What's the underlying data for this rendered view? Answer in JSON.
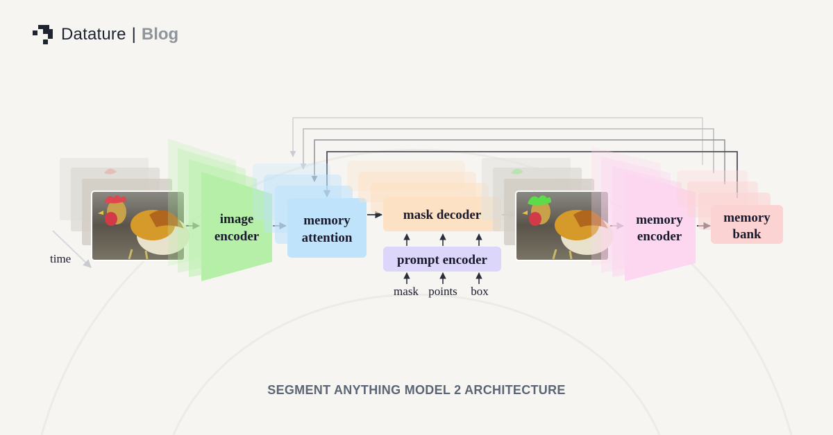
{
  "brand": {
    "name": "Datature",
    "separator": "|",
    "section": "Blog"
  },
  "caption": "SEGMENT ANYTHING MODEL 2 ARCHITECTURE",
  "diagram": {
    "time_label": "time",
    "image_encoder": [
      "image",
      "encoder"
    ],
    "memory_attention": [
      "memory",
      "attention"
    ],
    "mask_decoder": "mask decoder",
    "prompt_encoder": "prompt encoder",
    "prompt_inputs": [
      "mask",
      "points",
      "box"
    ],
    "memory_encoder": [
      "memory",
      "encoder"
    ],
    "memory_bank": [
      "memory",
      "bank"
    ]
  },
  "colors": {
    "image_encoder": "#b6f0a8",
    "memory_attention": "#bfe3fb",
    "mask_decoder": "#fde1c4",
    "prompt_encoder": "#dcd6fb",
    "memory_encoder": "#fcd7ef",
    "memory_bank": "#fbd3d3"
  }
}
